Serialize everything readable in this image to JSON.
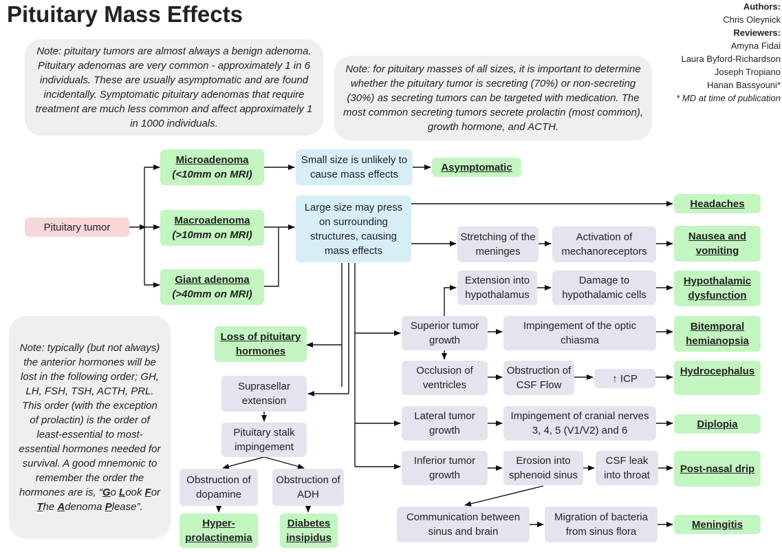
{
  "title": "Pituitary Mass Effects",
  "credits": {
    "authors_label": "Authors:",
    "authors": [
      "Chris Oleynick"
    ],
    "reviewers_label": "Reviewers:",
    "reviewers": [
      "Amyna Fidai",
      "Laura Byford-Richardson",
      "Joseph Tropiano",
      "Hanan Bassyouni*"
    ],
    "footnote": "* MD at time of publication"
  },
  "notes": {
    "note1": "Note: pituitary tumors are almost always a benign adenoma. Pituitary adenomas are very common - approximately 1 in 6 individuals. These are usually asymptomatic and are found incidentally. Symptomatic pituitary adenomas that require treatment are much less common and affect approximately 1 in 1000 individuals.",
    "note2": "Note: for pituitary masses of all sizes, it is important to determine whether the pituitary tumor is secreting (70%) or non-secreting (30%) as secreting tumors can be targeted with medication. The most common secreting tumors secrete prolactin (most common), growth hormone, and ACTH.",
    "note3_text": "Note: typically (but not always) the anterior hormones will be lost in the following order; GH, LH, FSH, TSH, ACTH, PRL. This order (with the exception of prolactin) is the order of least-essential to most-essential hormones needed for survival. A good mnemonic to remember the order the hormones are is,",
    "mnemonic": [
      {
        "cap": "G",
        "rest": "o"
      },
      {
        "cap": "L",
        "rest": "ook"
      },
      {
        "cap": "F",
        "rest": "or"
      },
      {
        "cap": "T",
        "rest": "he"
      },
      {
        "cap": "A",
        "rest": "denoma"
      },
      {
        "cap": "P",
        "rest": "lease"
      }
    ],
    "mnemonic_open": "“",
    "mnemonic_close": "”."
  },
  "nodes": {
    "pituitary_tumor": "Pituitary tumor",
    "micro_title": "Microadenoma",
    "micro_sub": "(<10mm on MRI)",
    "macro_title": "Macroadenoma",
    "macro_sub": "(>10mm on MRI)",
    "giant_title": "Giant adenoma",
    "giant_sub": "(>40mm on MRI)",
    "small_size": "Small size is unlikely to cause mass effects",
    "asymptomatic": "Asymptomatic",
    "large_size": "Large size may press on surrounding structures, causing mass effects",
    "headaches": "Headaches",
    "stretching": "Stretching of the meninges",
    "activation": "Activation of mechanoreceptors",
    "nausea": "Nausea and vomiting",
    "extension_hypo": "Extension into hypothalamus",
    "damage_hypo": "Damage to hypothalamic cells",
    "hypo_dysfunction": "Hypothalamic dysfunction",
    "superior": "Superior tumor growth",
    "impinge_optic": "Impingement of the optic chiasma",
    "bitemporal": "Bitemporal hemianopsia",
    "occlusion": "Occlusion of ventricles",
    "obstruction_csf": "Obstruction of CSF Flow",
    "icp": "↑ ICP",
    "hydrocephalus": "Hydrocephalus",
    "lateral": "Lateral  tumor growth",
    "impinge_cranial": "Impingement of cranial nerves 3, 4, 5 (V1/V2) and 6",
    "diplopia": "Diplopia",
    "inferior": "Inferior tumor growth",
    "erosion": "Erosion into sphenoid sinus",
    "csf_leak": "CSF leak into throat",
    "postnasal": "Post-nasal drip",
    "communication": "Communication between sinus and brain",
    "migration": "Migration of bacteria from sinus flora",
    "meningitis": "Meningitis",
    "loss_hormones": "Loss of pituitary hormones",
    "suprasellar": "Suprasellar extension",
    "stalk": "Pituitary stalk impingement",
    "obs_dopamine": "Obstruction of dopamine",
    "obs_adh": "Obstruction of ADH",
    "hyperprolactinemia": "Hyper-\nprolactinemia",
    "diabetes_insipidus": "Diabetes insipidus"
  },
  "colors": {
    "outcome": "#c3f5c0",
    "size_cause": "#d7eef6",
    "mechanism": "#e6e3ee",
    "origin": "#f7d7d7",
    "note_bg": "#efefef"
  }
}
